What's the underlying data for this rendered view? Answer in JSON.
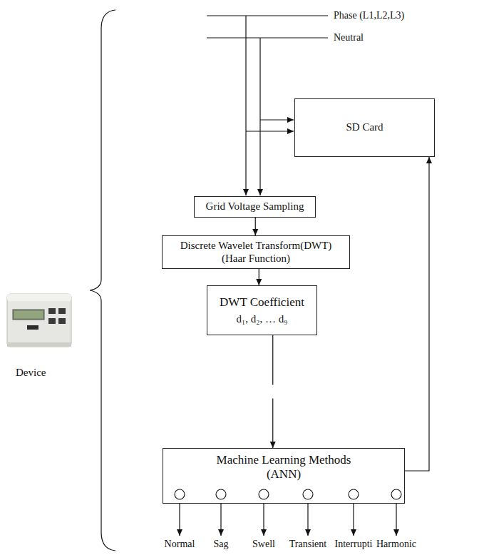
{
  "diagram": {
    "nodes": [
      {
        "text": [
          "SD Card"
        ]
      },
      {
        "text": [
          "Grid Voltage Sampling"
        ]
      },
      {
        "text": [
          "Discrete Wavelet Transform(DWT) (Haar Function)"
        ]
      },
      {
        "text": [
          "DWT Coefficient",
          "d₁, d₂, … d₉"
        ]
      },
      {
        "text": [
          "Machine Learning Methods (ANN)"
        ]
      }
    ],
    "edges": [
      {
        "from": 1,
        "to": 2,
        "arrow": "to"
      },
      {
        "from": 2,
        "to": 3,
        "arrow": "to"
      },
      {
        "from": 3,
        "to": 4,
        "arrow": "to"
      },
      {
        "from": 4,
        "to": 0,
        "arrow": "to"
      }
    ],
    "labels": [
      "Phase (L1,L2,L3)",
      "Neutral",
      "Normal",
      "Sag",
      "Swell",
      "Transient",
      "Interrupti",
      "Harmonic",
      "Device"
    ]
  }
}
